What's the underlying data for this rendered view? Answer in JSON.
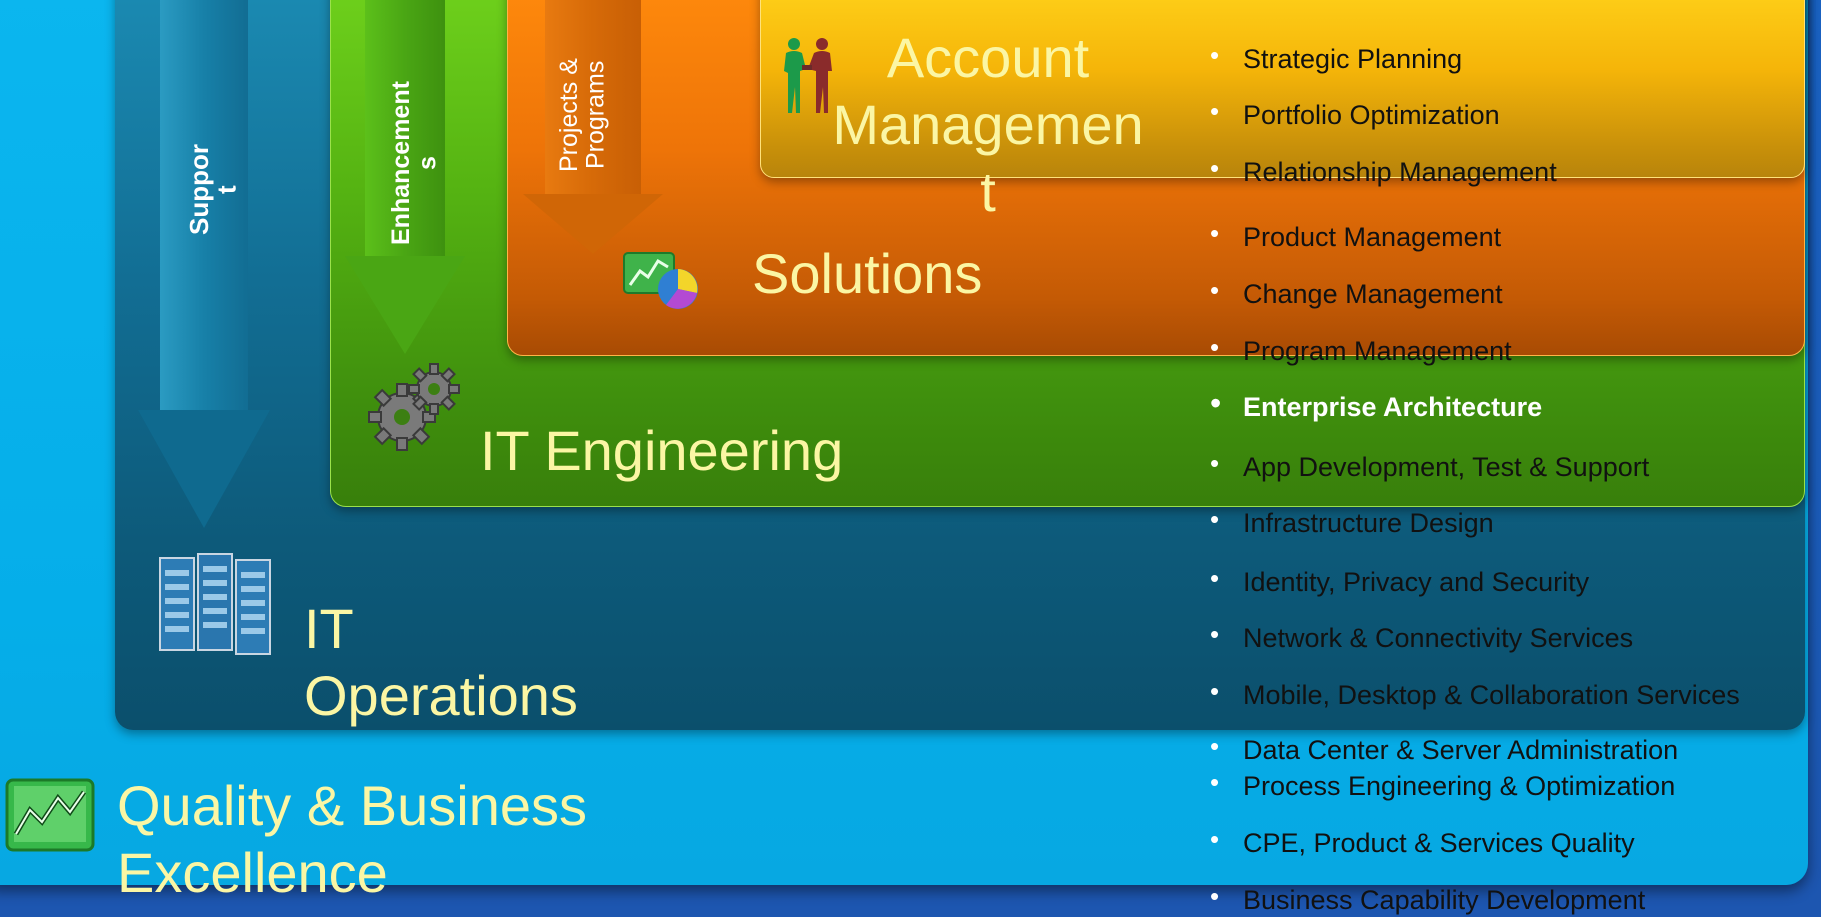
{
  "panels": {
    "account": {
      "title": "Account\nManagemen\nt"
    },
    "solutions": {
      "title": "Solutions"
    },
    "engineering": {
      "title": "IT Engineering"
    },
    "operations": {
      "title": "IT\nOperations"
    },
    "quality": {
      "title": "Quality & Business\nExcellence"
    }
  },
  "arrows": {
    "support": "Suppor\nt",
    "enhancements": "Enhancement\ns",
    "projects": "Projects &\nPrograms"
  },
  "bullets": [
    "Strategic Planning",
    "Portfolio Optimization",
    "Relationship Management",
    "Product Management",
    "Change Management",
    "Program Management",
    "Enterprise Architecture",
    "App Development, Test & Support",
    "Infrastructure Design",
    "Identity, Privacy and Security",
    "Network & Connectivity Services",
    "Mobile, Desktop & Collaboration Services",
    "Data Center & Server Administration",
    "Process Engineering & Optimization",
    "CPE, Product & Services Quality",
    "Business Capability Development"
  ],
  "colors": {
    "background": "#1a63c4",
    "quality": "#06aee9",
    "operations": "#0d5a7a",
    "engineering": "#4fa812",
    "solutions": "#e06b07",
    "account": "#f0b00a",
    "title_text": "#fbf6a4"
  },
  "icons": {
    "account": "handshake-people-icon",
    "solutions": "chart-pie-icon",
    "engineering": "gears-icon",
    "operations": "server-racks-icon",
    "quality": "line-chart-icon"
  }
}
